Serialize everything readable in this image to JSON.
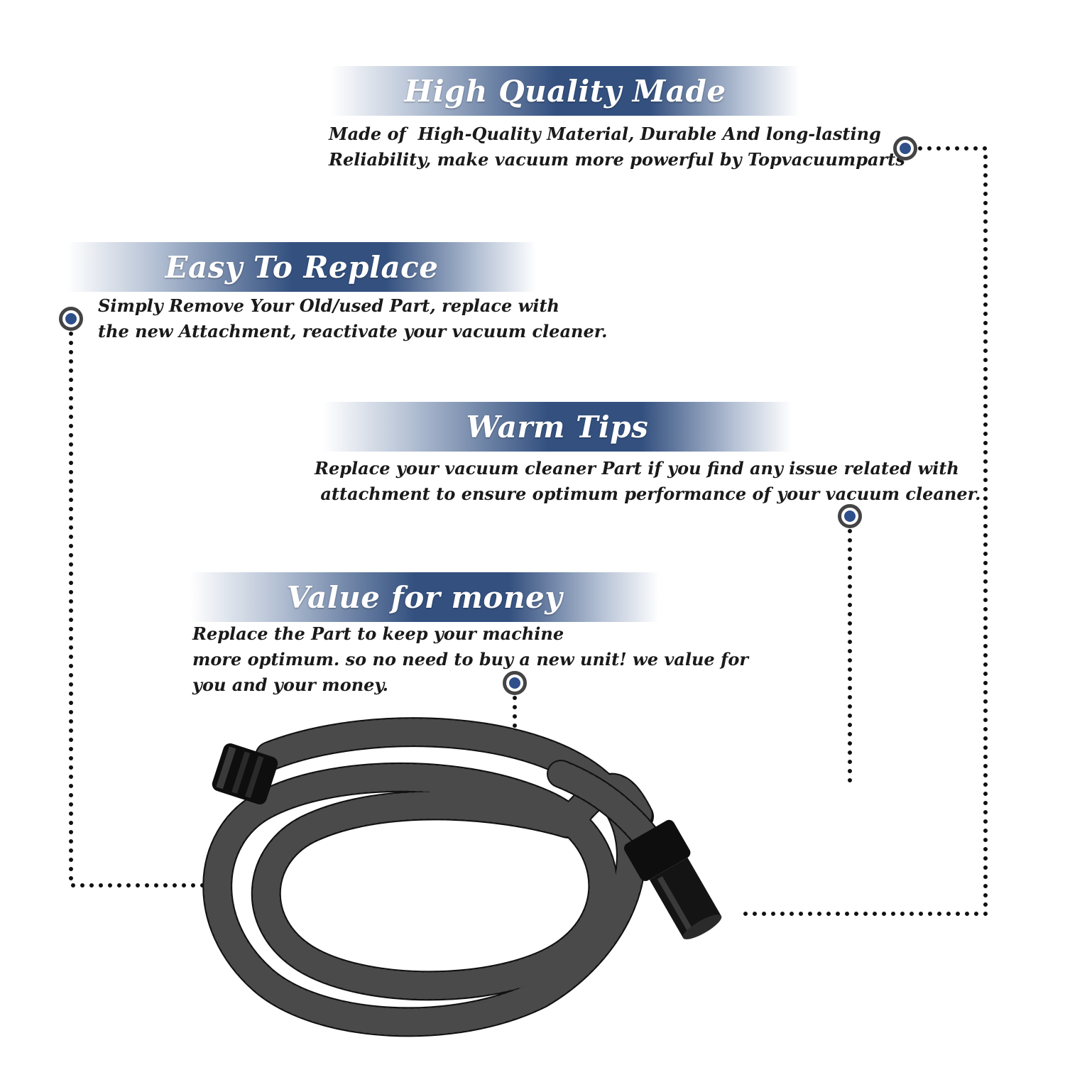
{
  "colors": {
    "banner_dark": "#33507f",
    "marker_core": "#2f4f8b",
    "dotted_line": "#111111",
    "hose": "#111111"
  },
  "features": [
    {
      "title": "High Quality Made",
      "lines": [
        "Made of  High-Quality Material, Durable And long-lasting",
        "Reliability, make vacuum more powerful by Topvacuumparts"
      ]
    },
    {
      "title": "Easy To Replace",
      "lines": [
        "Simply Remove Your Old/used Part, replace with",
        "the new Attachment, reactivate your vacuum cleaner."
      ]
    },
    {
      "title": "Warm Tips",
      "lines": [
        "Replace your vacuum cleaner Part if you find any issue related with",
        " attachment to ensure optimum performance of your vacuum cleaner."
      ]
    },
    {
      "title": "Value for money",
      "lines": [
        "Replace the Part to keep your machine",
        "more optimum. so no need to buy a new unit! we value for",
        "you and your money."
      ]
    }
  ],
  "product_image": "black-corrugated-vacuum-hose-icon"
}
